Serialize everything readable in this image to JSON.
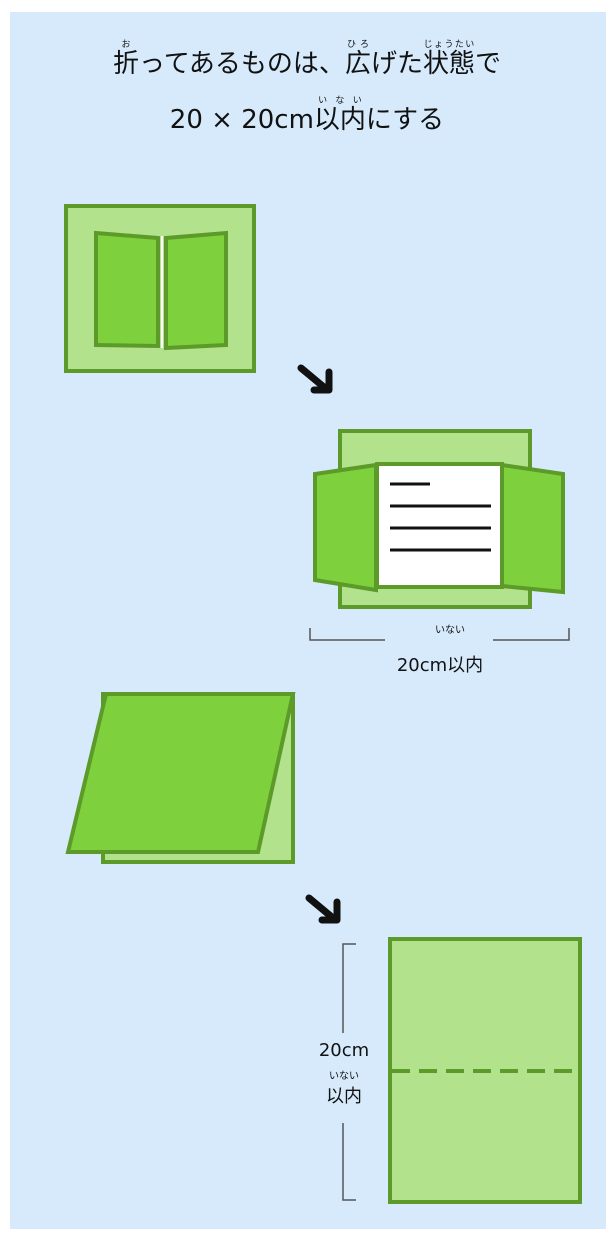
{
  "title": {
    "line1": [
      {
        "base": "折",
        "ruby": "お"
      },
      {
        "text": "ってあるものは、"
      },
      {
        "base": "広",
        "ruby": "ひろ"
      },
      {
        "text": "げた"
      },
      {
        "base": "状態",
        "ruby": "じょうたい"
      },
      {
        "text": "で"
      }
    ],
    "line2": [
      {
        "text": "20 × 20cm"
      },
      {
        "base": "以内",
        "ruby": "いない"
      },
      {
        "text": "にする"
      }
    ]
  },
  "measure1": {
    "value": "20cm以内",
    "ruby": "いない"
  },
  "measure2": {
    "size": "20cm",
    "ruby": "いない",
    "word": "以内"
  },
  "colors": {
    "background": "#d6eafc",
    "card_light": "#b2e28c",
    "card_dark": "#7ed13c",
    "outline": "#5c9a2a",
    "arrow": "#111111"
  }
}
